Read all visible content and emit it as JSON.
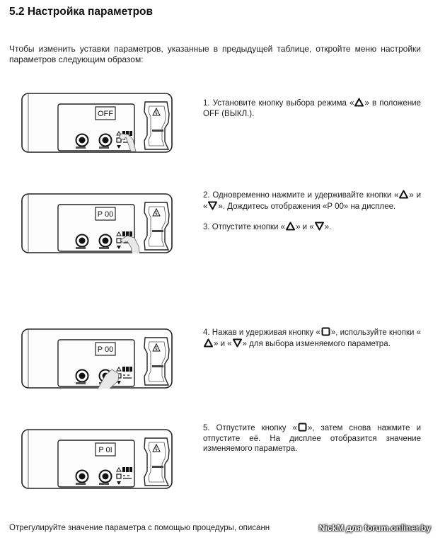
{
  "heading": "5.2 Настройка параметров",
  "intro": "Чтобы изменить уставки параметров, указанные в предыдущей таблице, откройте меню настройки параметров следующим образом:",
  "panels": [
    {
      "display": "OFF"
    },
    {
      "display": "P 00"
    },
    {
      "display": "P 00"
    },
    {
      "display": "P 0I"
    }
  ],
  "steps": {
    "s1": {
      "t1": "1. Установите кнопку выбора режима «",
      "t2": "» в положение OFF (ВЫКЛ.)."
    },
    "s2": {
      "t1": "2. Одновременно нажмите и удерживайте кнопки «",
      "t2": "» и «",
      "t3": "». Дождитесь отображения «P 00» на дисплее."
    },
    "s3": {
      "t1": "3. Отпустите кнопки «",
      "t2": "» и «",
      "t3": "»."
    },
    "s4": {
      "t1": "4. Нажав и удерживая кнопку «",
      "t2": "», используйте кнопки «",
      "t3": "» и «",
      "t4": "» для выбора изменяемого параметра."
    },
    "s5": {
      "t1": "5. Отпустите кнопку «",
      "t2": "», затем снова нажмите и отпустите её. На дисплее отобразится значение изменяемого параметра."
    }
  },
  "footer": "Отрегулируйте значение параметра с помощью процедуры, описанн",
  "watermark": "NickM для forum.onliner.by",
  "icons": {
    "up": "triangle-up-icon",
    "down": "triangle-down-icon",
    "square": "square-button-icon"
  }
}
